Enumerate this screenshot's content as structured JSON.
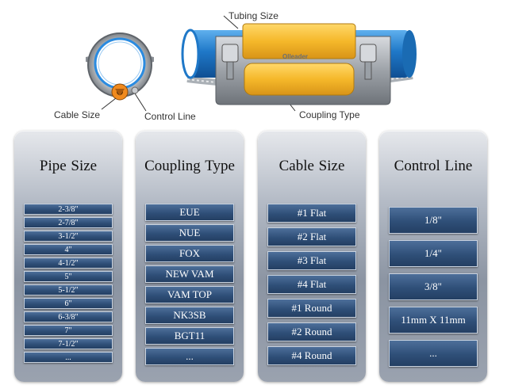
{
  "labels": {
    "tubing_size": "Tubing Size",
    "cable_size": "Cable Size",
    "control_line": "Control Line",
    "coupling_type": "Coupling Type",
    "brand": "Olleader"
  },
  "columns": [
    {
      "title": "Pipe Size",
      "items": [
        "2-3/8\"",
        "2-7/8\"",
        "3-1/2\"",
        "4\"",
        "4-1/2\"",
        "5\"",
        "5-1/2\"",
        "6\"",
        "6-3/8\"",
        "7\"",
        "7-1/2\"",
        "..."
      ]
    },
    {
      "title": "Coupling Type",
      "items": [
        "EUE",
        "NUE",
        "FOX",
        "NEW VAM",
        "VAM TOP",
        "NK3SB",
        "BGT11",
        "..."
      ]
    },
    {
      "title": "Cable  Size",
      "items": [
        "#1 Flat",
        "#2 Flat",
        "#3 Flat",
        "#4 Flat",
        "#1 Round",
        "#2 Round",
        "#4 Round"
      ]
    },
    {
      "title": "Control  Line",
      "items": [
        "1/8\"",
        "1/4\"",
        "3/8\"",
        "11mm X 11mm",
        "..."
      ]
    }
  ],
  "colors": {
    "pipe_blue": "#1f78c8",
    "coupling_yellow": "#f5b82a",
    "clamp_gray": "#8c9096",
    "item_blue": "#2f4f78"
  }
}
